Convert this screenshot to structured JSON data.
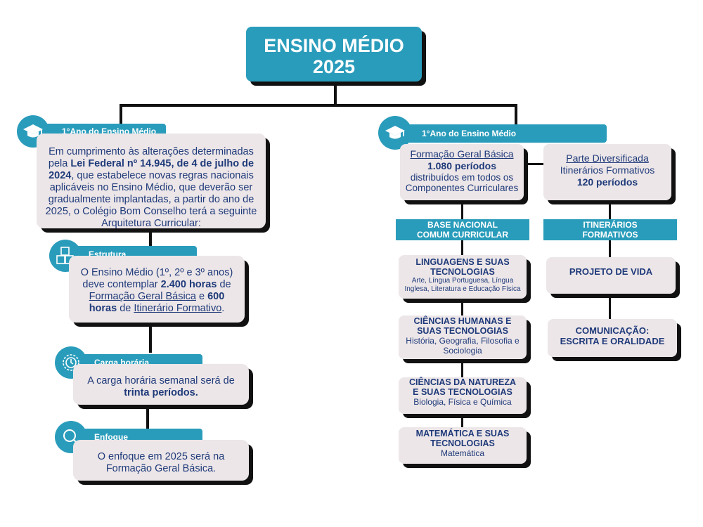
{
  "title": {
    "line1": "ENSINO MÉDIO",
    "line2": "2025"
  },
  "left": {
    "header": "1°Ano do Ensino Médio",
    "intro": {
      "t1": "Em cumprimento às alterações determinadas pela ",
      "b1": "Lei Federal nº 14.945, de 4 de julho de 2024",
      "t2": ", que estabelece novas regras nacionais aplicáveis no Ensino Médio, que deverão ser gradualmente implantadas, a partir do ano de 2025, o Colégio Bom Conselho terá a seguinte Arquitetura Curricular:"
    },
    "estrutura": {
      "label": "Estrutura",
      "t1": "O Ensino Médio (1º, 2º e 3º anos) deve contemplar ",
      "b1": "2.400 horas",
      "t2": " de ",
      "u1": "Formação Geral Básica",
      "t3": " e ",
      "b2": "600 horas",
      "t4": " de ",
      "u2": "Itinerário Formativo",
      "t5": "."
    },
    "carga": {
      "label": "Carga horária",
      "t1": "A carga horária semanal será de ",
      "b1": "trinta períodos."
    },
    "enfoque": {
      "label": "Enfoque",
      "text": "O enfoque em 2025 será na Formação Geral Básica."
    }
  },
  "right": {
    "header": "1°Ano do Ensino Médio",
    "fgb": {
      "title": "Formação Geral Básica",
      "bold": "1.080 períodos",
      "text": "distribuídos em todos os Componentes Curriculares"
    },
    "pd": {
      "title": "Parte Diversificada",
      "line": "Itinerários Formativos",
      "bold": "120 períodos"
    },
    "bncc": {
      "line1": "BASE NACIONAL",
      "line2": "COMUM CURRICULAR"
    },
    "itin": {
      "line1": "ITINERÁRIOS",
      "line2": "FORMATIVOS"
    },
    "areas": [
      {
        "title1": "LINGUAGENS E SUAS",
        "title2": "TECNOLOGIAS",
        "text": "Arte, Língua Portuguesa, Língua Inglesa, Literatura e Educação Física"
      },
      {
        "title1": "CIÊNCIAS HUMANAS E",
        "title2": "SUAS TECNOLOGIAS",
        "text": "História, Geografia, Filosofia e Sociologia"
      },
      {
        "title1": "CIÊNCIAS DA NATUREZA",
        "title2": "E SUAS TECNOLOGIAS",
        "text": "Biologia, Física e Química"
      },
      {
        "title1": "MATEMÁTICA E SUAS",
        "title2": "TECNOLOGIAS",
        "text": "Matemática"
      }
    ],
    "projeto": "PROJETO DE VIDA",
    "comunicacao": {
      "line1": "COMUNICAÇÃO:",
      "line2": "ESCRITA E ORALIDADE"
    }
  },
  "colors": {
    "accent": "#2a9cbb",
    "card": "#ece6e8",
    "text": "#1f3a7a",
    "shadow": "#111111"
  }
}
